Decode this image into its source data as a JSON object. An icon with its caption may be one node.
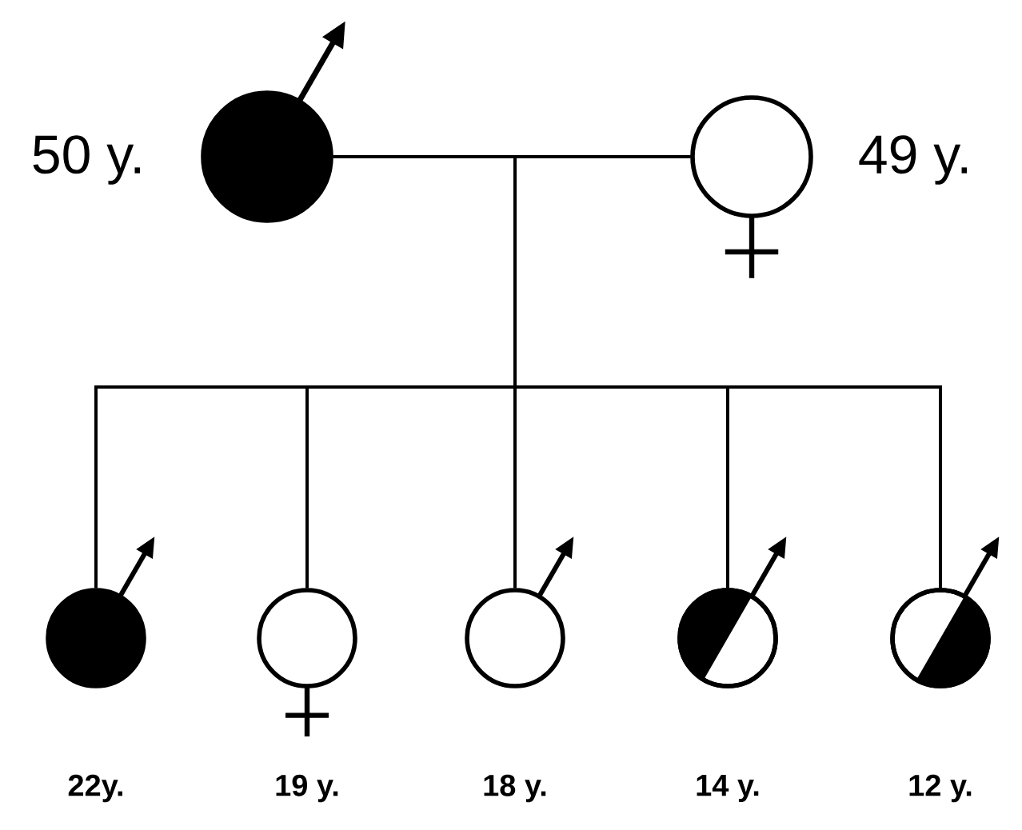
{
  "diagram": {
    "nodes": [
      {
        "text": [],
        "shape": "circle",
        "beside": [
          "50 y."
        ]
      },
      {
        "text": [],
        "shape": "circle",
        "beside": [
          "49 y."
        ]
      },
      {
        "text": [],
        "shape": "circle",
        "beside": [
          "22y."
        ]
      },
      {
        "text": [],
        "shape": "circle",
        "beside": [
          "19 y."
        ]
      },
      {
        "text": [],
        "shape": "circle",
        "beside": [
          "18 y."
        ]
      },
      {
        "text": [],
        "shape": "circle",
        "beside": [
          "14 y."
        ]
      },
      {
        "text": [],
        "shape": "circle",
        "beside": [
          "12 y."
        ]
      }
    ],
    "edges": [
      {
        "from": 0,
        "to": 1,
        "arrow": "none"
      },
      {
        "from": 0,
        "to": 2,
        "arrow": "none"
      },
      {
        "from": 1,
        "to": 2,
        "arrow": "none"
      },
      {
        "from": 0,
        "to": 3,
        "arrow": "none"
      },
      {
        "from": 1,
        "to": 3,
        "arrow": "none"
      },
      {
        "from": 0,
        "to": 4,
        "arrow": "none"
      },
      {
        "from": 1,
        "to": 4,
        "arrow": "none"
      },
      {
        "from": 0,
        "to": 5,
        "arrow": "none"
      },
      {
        "from": 1,
        "to": 5,
        "arrow": "none"
      },
      {
        "from": 0,
        "to": 6,
        "arrow": "none"
      },
      {
        "from": 1,
        "to": 6,
        "arrow": "none"
      }
    ]
  }
}
